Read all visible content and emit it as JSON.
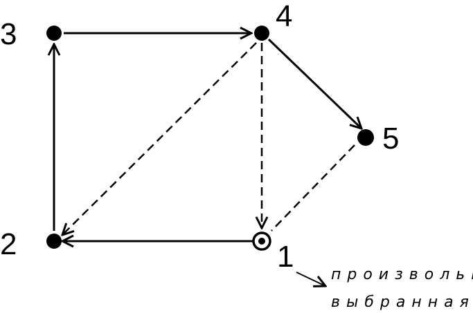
{
  "diagram": {
    "nodes": [
      {
        "id": "1",
        "label": "1",
        "marker": "circle-with-dot",
        "highlighted": true
      },
      {
        "id": "2",
        "label": "2",
        "marker": "filled-circle",
        "highlighted": false
      },
      {
        "id": "3",
        "label": "3",
        "marker": "filled-circle",
        "highlighted": false
      },
      {
        "id": "4",
        "label": "4",
        "marker": "filled-circle",
        "highlighted": false
      },
      {
        "id": "5",
        "label": "5",
        "marker": "filled-circle",
        "highlighted": false
      }
    ],
    "edges": [
      {
        "from": "1",
        "to": "2",
        "style": "solid"
      },
      {
        "from": "2",
        "to": "3",
        "style": "solid"
      },
      {
        "from": "3",
        "to": "4",
        "style": "solid"
      },
      {
        "from": "4",
        "to": "5",
        "style": "solid"
      },
      {
        "from": "4",
        "to": "2",
        "style": "dashed"
      },
      {
        "from": "4",
        "to": "1",
        "style": "dashed"
      },
      {
        "from": "5",
        "to": "1",
        "style": "dashed"
      }
    ],
    "note": {
      "line1": "произвольно",
      "line2": "выбранная",
      "points_to": "1"
    },
    "colors": {
      "stroke": "#000000",
      "background": "#ffffff"
    }
  }
}
